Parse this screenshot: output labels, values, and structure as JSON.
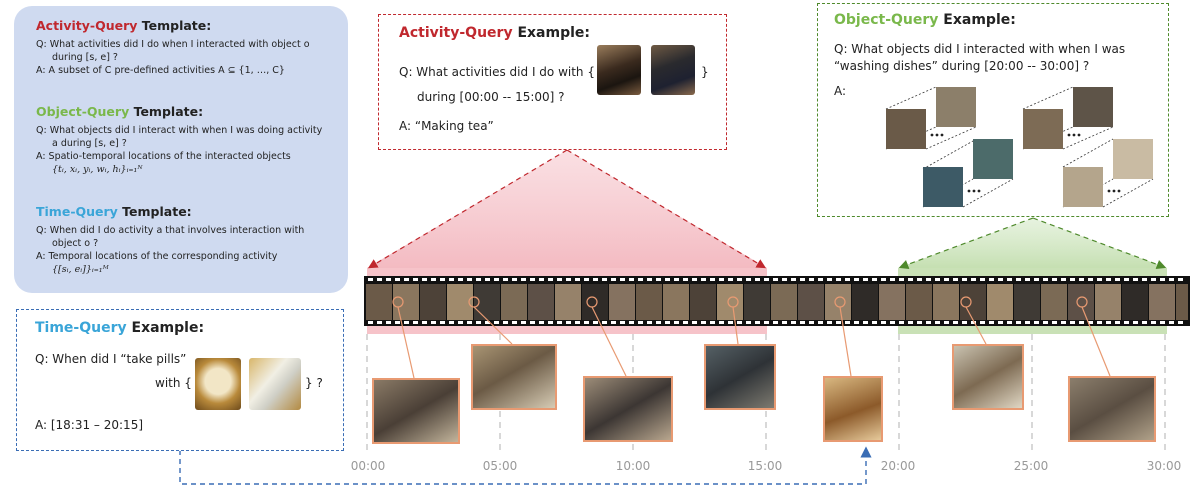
{
  "templates": {
    "activity": {
      "title_colored": "Activity-Query",
      "title_rest": " Template:",
      "q1": "Q: What activities did I do when I interacted with object o",
      "q2": "during [s,  e] ?",
      "a1": "A: A subset of C pre-defined activities A ⊆ {1, …, C}"
    },
    "object": {
      "title_colored": "Object-Query",
      "title_rest": " Template:",
      "q1": "Q: What objects did I interact with when I was doing activity",
      "q2": "a during [s,  e] ?",
      "a1": "A: Spatio-temporal locations of the interacted objects",
      "a2": "{tᵢ, xᵢ, yᵢ, wᵢ, hᵢ}ᵢ₌₁ᴺ"
    },
    "time": {
      "title_colored": "Time-Query",
      "title_rest": " Template:",
      "q1": "Q: When did I do activity a that involves interaction with",
      "q2": "object o ?",
      "a1": "A: Temporal locations of the corresponding activity",
      "a2": "{[sᵢ,  eᵢ]}ᵢ₌₁ᴹ"
    }
  },
  "activity_example": {
    "title_colored": "Activity-Query",
    "title_rest": " Example:",
    "q_prefix": "Q: What activities did I do with {",
    "q_suffix": "}",
    "q2": "during [00:00 -- 15:00] ?",
    "answer": "A: “Making tea”"
  },
  "object_example": {
    "title_colored": "Object-Query",
    "title_rest": " Example:",
    "q1": "Q: What objects did I interacted with when I was",
    "q2": "“washing dishes” during [20:00 -- 30:00] ?",
    "answer": "A:"
  },
  "time_example": {
    "title_colored": "Time-Query",
    "title_rest": " Example:",
    "q1": "Q: When did I “take pills”",
    "with_prefix": "with {",
    "with_suffix": "} ?",
    "answer": "A: [18:31 – 20:15]"
  },
  "timeline": {
    "ticks": [
      "00:00",
      "05:00",
      "10:00",
      "15:00",
      "20:00",
      "25:00",
      "30:00"
    ]
  },
  "colors": {
    "activity": "#c0282e",
    "object": "#7ab84b",
    "time": "#3aa5d8",
    "time_box": "#3a6db5",
    "template_bg": "#cfdaf0",
    "leader": "#e89a72"
  }
}
